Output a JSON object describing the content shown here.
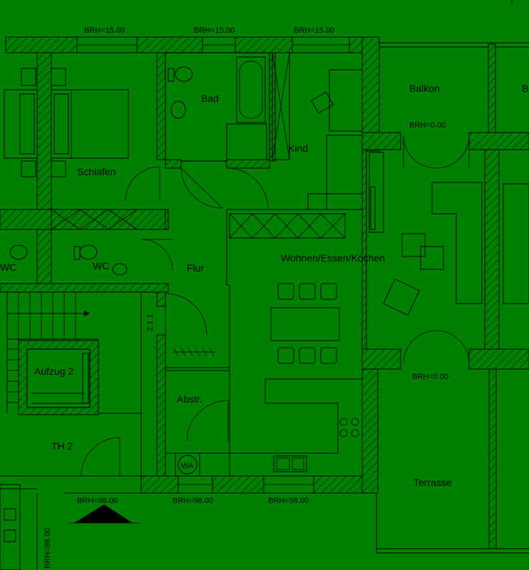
{
  "rooms": {
    "schlafen": "Schlafen",
    "bad": "Bad",
    "kind": "Kind",
    "balkon": "Balkon",
    "balkon_partial": "B",
    "wc_left": "WC",
    "wc": "WC",
    "flur": "Flur",
    "wohnen": "Wohnen/Essen/Kochen",
    "aufzug": "Aufzug 2",
    "abstr": "Abstr.",
    "th": "TH  2",
    "terrasse": "Terrasse",
    "wa": "WA",
    "stair_label": "2.1.1"
  },
  "brh": {
    "top1": "BRH=15.00",
    "top2": "BRH=15.00",
    "top3": "BRH=15.00",
    "balkon": "BRH=0.00",
    "terrasse": "BRH=0.00",
    "bottom1": "BRH=98.00",
    "bottom2": "BRH=98.00",
    "bottom3": "BRH=98.00",
    "left_vertical": "BRH=98.00"
  },
  "colors": {
    "background": "#008000",
    "lines": "#000000"
  }
}
